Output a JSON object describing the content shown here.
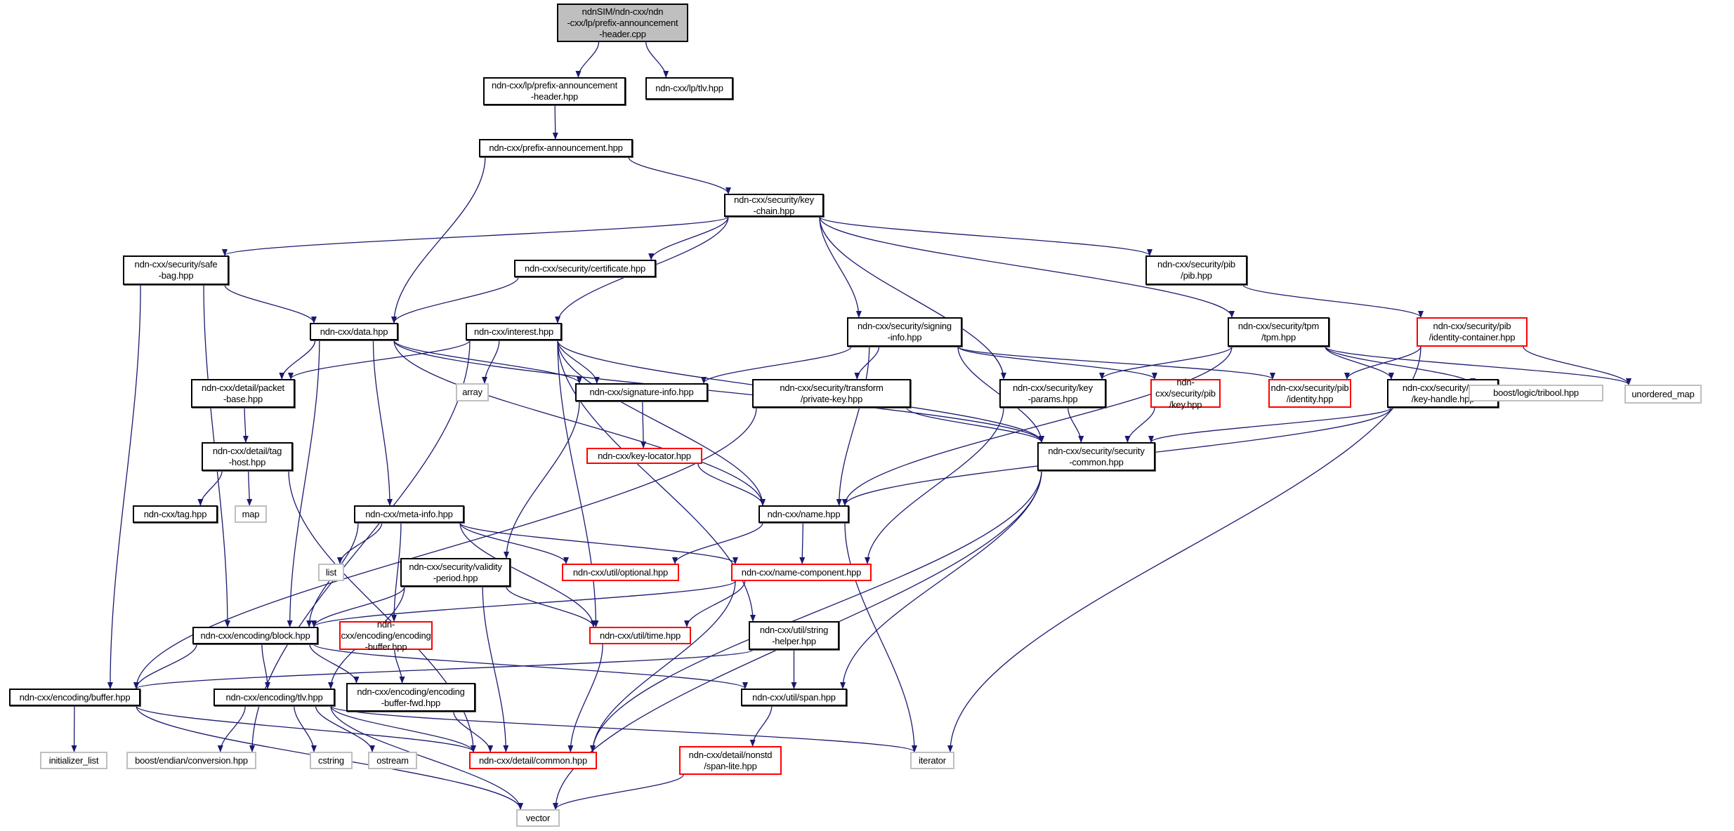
{
  "diagram": {
    "title": "Include dependency graph for prefix-announcement-header.cpp",
    "colors": {
      "edge": "#191970",
      "root_fill": "#bfbfbf",
      "documented_border": "#000000",
      "undocumented_border": "#ff0000",
      "system_border": "#bfbfbf"
    },
    "nodes": [
      {
        "id": "root",
        "label": "ndnSIM/ndn-cxx/ndn\n-cxx/lp/prefix-announcement\n-header.cpp",
        "kind": "root"
      },
      {
        "id": "lp_pah",
        "label": "ndn-cxx/lp/prefix-announcement\n-header.hpp",
        "kind": "documented"
      },
      {
        "id": "lp_tlv",
        "label": "ndn-cxx/lp/tlv.hpp",
        "kind": "documented"
      },
      {
        "id": "prefix_ann",
        "label": "ndn-cxx/prefix-announcement.hpp",
        "kind": "documented"
      },
      {
        "id": "keychain",
        "label": "ndn-cxx/security/key\n-chain.hpp",
        "kind": "documented"
      },
      {
        "id": "safebag",
        "label": "ndn-cxx/security/safe\n-bag.hpp",
        "kind": "documented"
      },
      {
        "id": "certificate",
        "label": "ndn-cxx/security/certificate.hpp",
        "kind": "documented"
      },
      {
        "id": "pib",
        "label": "ndn-cxx/security/pib\n/pib.hpp",
        "kind": "documented"
      },
      {
        "id": "data",
        "label": "ndn-cxx/data.hpp",
        "kind": "documented"
      },
      {
        "id": "interest",
        "label": "ndn-cxx/interest.hpp",
        "kind": "documented"
      },
      {
        "id": "signing",
        "label": "ndn-cxx/security/signing\n-info.hpp",
        "kind": "documented"
      },
      {
        "id": "tpm",
        "label": "ndn-cxx/security/tpm\n/tpm.hpp",
        "kind": "documented"
      },
      {
        "id": "idcontainer",
        "label": "ndn-cxx/security/pib\n/identity-container.hpp",
        "kind": "undocumented"
      },
      {
        "id": "packetbase",
        "label": "ndn-cxx/detail/packet\n-base.hpp",
        "kind": "documented"
      },
      {
        "id": "array",
        "label": "array",
        "kind": "system"
      },
      {
        "id": "siginfo",
        "label": "ndn-cxx/signature-info.hpp",
        "kind": "documented"
      },
      {
        "id": "privkey",
        "label": "ndn-cxx/security/transform\n/private-key.hpp",
        "kind": "documented"
      },
      {
        "id": "keyparams",
        "label": "ndn-cxx/security/key\n-params.hpp",
        "kind": "documented"
      },
      {
        "id": "pibkey",
        "label": "ndn-cxx/security/pib\n/key.hpp",
        "kind": "undocumented"
      },
      {
        "id": "pibidentity",
        "label": "ndn-cxx/security/pib\n/identity.hpp",
        "kind": "undocumented"
      },
      {
        "id": "keyhandle",
        "label": "ndn-cxx/security/tpm\n/key-handle.hpp",
        "kind": "documented"
      },
      {
        "id": "tribool",
        "label": "boost/logic/tribool.hpp",
        "kind": "system"
      },
      {
        "id": "unordered_map",
        "label": "unordered_map",
        "kind": "system"
      },
      {
        "id": "taghost",
        "label": "ndn-cxx/detail/tag\n-host.hpp",
        "kind": "documented"
      },
      {
        "id": "keylocator",
        "label": "ndn-cxx/key-locator.hpp",
        "kind": "undocumented"
      },
      {
        "id": "seccommon",
        "label": "ndn-cxx/security/security\n-common.hpp",
        "kind": "documented"
      },
      {
        "id": "tag",
        "label": "ndn-cxx/tag.hpp",
        "kind": "documented"
      },
      {
        "id": "map",
        "label": "map",
        "kind": "system"
      },
      {
        "id": "metainfo",
        "label": "ndn-cxx/meta-info.hpp",
        "kind": "documented"
      },
      {
        "id": "name",
        "label": "ndn-cxx/name.hpp",
        "kind": "documented"
      },
      {
        "id": "list",
        "label": "list",
        "kind": "system"
      },
      {
        "id": "validity",
        "label": "ndn-cxx/security/validity\n-period.hpp",
        "kind": "documented"
      },
      {
        "id": "optional",
        "label": "ndn-cxx/util/optional.hpp",
        "kind": "undocumented"
      },
      {
        "id": "namecomp",
        "label": "ndn-cxx/name-component.hpp",
        "kind": "undocumented"
      },
      {
        "id": "block",
        "label": "ndn-cxx/encoding/block.hpp",
        "kind": "documented"
      },
      {
        "id": "encbuffer",
        "label": "ndn-cxx/encoding/encoding\n-buffer.hpp",
        "kind": "undocumented"
      },
      {
        "id": "time",
        "label": "ndn-cxx/util/time.hpp",
        "kind": "undocumented"
      },
      {
        "id": "stringhelper",
        "label": "ndn-cxx/util/string\n-helper.hpp",
        "kind": "documented"
      },
      {
        "id": "buffer",
        "label": "ndn-cxx/encoding/buffer.hpp",
        "kind": "documented"
      },
      {
        "id": "tlv",
        "label": "ndn-cxx/encoding/tlv.hpp",
        "kind": "documented"
      },
      {
        "id": "encbufferfwd",
        "label": "ndn-cxx/encoding/encoding\n-buffer-fwd.hpp",
        "kind": "documented"
      },
      {
        "id": "span",
        "label": "ndn-cxx/util/span.hpp",
        "kind": "documented"
      },
      {
        "id": "initlist",
        "label": "initializer_list",
        "kind": "system"
      },
      {
        "id": "boostendian",
        "label": "boost/endian/conversion.hpp",
        "kind": "system"
      },
      {
        "id": "cstring",
        "label": "cstring",
        "kind": "system"
      },
      {
        "id": "ostream",
        "label": "ostream",
        "kind": "system"
      },
      {
        "id": "common",
        "label": "ndn-cxx/detail/common.hpp",
        "kind": "undocumented"
      },
      {
        "id": "spanlite",
        "label": "ndn-cxx/detail/nonstd\n/span-lite.hpp",
        "kind": "undocumented"
      },
      {
        "id": "iterator",
        "label": "iterator",
        "kind": "system"
      },
      {
        "id": "vector",
        "label": "vector",
        "kind": "system"
      }
    ],
    "edges": [
      [
        "root",
        "lp_pah"
      ],
      [
        "root",
        "lp_tlv"
      ],
      [
        "lp_pah",
        "prefix_ann"
      ],
      [
        "prefix_ann",
        "data"
      ],
      [
        "prefix_ann",
        "keychain"
      ],
      [
        "keychain",
        "safebag"
      ],
      [
        "keychain",
        "certificate"
      ],
      [
        "keychain",
        "pib"
      ],
      [
        "keychain",
        "interest"
      ],
      [
        "keychain",
        "signing"
      ],
      [
        "keychain",
        "tpm"
      ],
      [
        "keychain",
        "keyparams"
      ],
      [
        "safebag",
        "data"
      ],
      [
        "safebag",
        "buffer"
      ],
      [
        "safebag",
        "block"
      ],
      [
        "certificate",
        "data"
      ],
      [
        "pib",
        "idcontainer"
      ],
      [
        "data",
        "packetbase"
      ],
      [
        "data",
        "siginfo"
      ],
      [
        "data",
        "metainfo"
      ],
      [
        "data",
        "name"
      ],
      [
        "data",
        "block"
      ],
      [
        "data",
        "seccommon"
      ],
      [
        "interest",
        "packetbase"
      ],
      [
        "interest",
        "array"
      ],
      [
        "interest",
        "siginfo"
      ],
      [
        "interest",
        "name"
      ],
      [
        "interest",
        "time"
      ],
      [
        "interest",
        "stringhelper"
      ],
      [
        "interest",
        "boostendian"
      ],
      [
        "interest",
        "seccommon"
      ],
      [
        "signing",
        "siginfo"
      ],
      [
        "signing",
        "privkey"
      ],
      [
        "signing",
        "name"
      ],
      [
        "signing",
        "pibkey"
      ],
      [
        "signing",
        "pibidentity"
      ],
      [
        "signing",
        "seccommon"
      ],
      [
        "tpm",
        "keyparams"
      ],
      [
        "tpm",
        "keyhandle"
      ],
      [
        "tpm",
        "tribool"
      ],
      [
        "tpm",
        "unordered_map"
      ],
      [
        "tpm",
        "name"
      ],
      [
        "idcontainer",
        "pibidentity"
      ],
      [
        "idcontainer",
        "unordered_map"
      ],
      [
        "idcontainer",
        "iterator"
      ],
      [
        "packetbase",
        "taghost"
      ],
      [
        "siginfo",
        "keylocator"
      ],
      [
        "siginfo",
        "validity"
      ],
      [
        "privkey",
        "seccommon"
      ],
      [
        "privkey",
        "buffer"
      ],
      [
        "keyparams",
        "seccommon"
      ],
      [
        "keyparams",
        "namecomp"
      ],
      [
        "pibkey",
        "seccommon"
      ],
      [
        "keyhandle",
        "seccommon"
      ],
      [
        "keyhandle",
        "name"
      ],
      [
        "taghost",
        "tag"
      ],
      [
        "taghost",
        "map"
      ],
      [
        "taghost",
        "common"
      ],
      [
        "keylocator",
        "name"
      ],
      [
        "seccommon",
        "span"
      ],
      [
        "seccommon",
        "common"
      ],
      [
        "seccommon",
        "vector"
      ],
      [
        "metainfo",
        "list"
      ],
      [
        "metainfo",
        "block"
      ],
      [
        "metainfo",
        "encbuffer"
      ],
      [
        "metainfo",
        "optional"
      ],
      [
        "metainfo",
        "time"
      ],
      [
        "metainfo",
        "namecomp"
      ],
      [
        "name",
        "optional"
      ],
      [
        "name",
        "namecomp"
      ],
      [
        "name",
        "iterator"
      ],
      [
        "validity",
        "block"
      ],
      [
        "validity",
        "time"
      ],
      [
        "validity",
        "common"
      ],
      [
        "validity",
        "tlv"
      ],
      [
        "namecomp",
        "block"
      ],
      [
        "namecomp",
        "time"
      ],
      [
        "namecomp",
        "common"
      ],
      [
        "block",
        "buffer"
      ],
      [
        "block",
        "tlv"
      ],
      [
        "block",
        "encbufferfwd"
      ],
      [
        "block",
        "span"
      ],
      [
        "encbuffer",
        "encbufferfwd"
      ],
      [
        "time",
        "common"
      ],
      [
        "stringhelper",
        "span"
      ],
      [
        "stringhelper",
        "buffer"
      ],
      [
        "buffer",
        "initlist"
      ],
      [
        "buffer",
        "common"
      ],
      [
        "buffer",
        "vector"
      ],
      [
        "tlv",
        "boostendian"
      ],
      [
        "tlv",
        "cstring"
      ],
      [
        "tlv",
        "ostream"
      ],
      [
        "tlv",
        "common"
      ],
      [
        "tlv",
        "iterator"
      ],
      [
        "tlv",
        "vector"
      ],
      [
        "encbufferfwd",
        "common"
      ],
      [
        "span",
        "spanlite"
      ],
      [
        "spanlite",
        "vector"
      ]
    ]
  }
}
